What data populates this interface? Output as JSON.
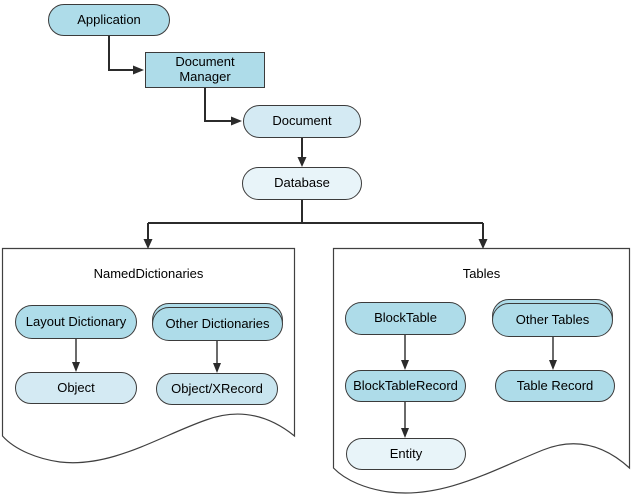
{
  "diagram": {
    "colors": {
      "node_fill": "#aedce9",
      "node_fill_light": "#d4eaf3",
      "node_fill_soft": "#c9e5ef",
      "node_fill_lighter": "#e8f4f9",
      "node_border": "#3b3b3b",
      "connector": "#2b2b2b",
      "container_border": "#404040",
      "container_fill": "#ffffff",
      "text": "#000000"
    },
    "nodes": {
      "application": "Application",
      "document_manager": "Document Manager",
      "document": "Document",
      "database": "Database",
      "layout_dictionary": "Layout Dictionary",
      "other_dictionaries": "Other Dictionaries",
      "object": "Object",
      "object_xrecord": "Object/XRecord",
      "block_table": "BlockTable",
      "other_tables": "Other Tables",
      "block_table_record": "BlockTableRecord",
      "table_record": "Table Record",
      "entity": "Entity"
    },
    "containers": {
      "named_dictionaries": "NamedDictionaries",
      "tables": "Tables"
    },
    "edges": [
      {
        "from": "Application",
        "to": "Document Manager"
      },
      {
        "from": "Document Manager",
        "to": "Document"
      },
      {
        "from": "Document",
        "to": "Database"
      },
      {
        "from": "Database",
        "to": "NamedDictionaries"
      },
      {
        "from": "Database",
        "to": "Tables"
      },
      {
        "from": "Layout Dictionary",
        "to": "Object"
      },
      {
        "from": "Other Dictionaries",
        "to": "Object/XRecord"
      },
      {
        "from": "BlockTable",
        "to": "BlockTableRecord"
      },
      {
        "from": "Other Tables",
        "to": "Table Record"
      },
      {
        "from": "BlockTableRecord",
        "to": "Entity"
      }
    ]
  }
}
